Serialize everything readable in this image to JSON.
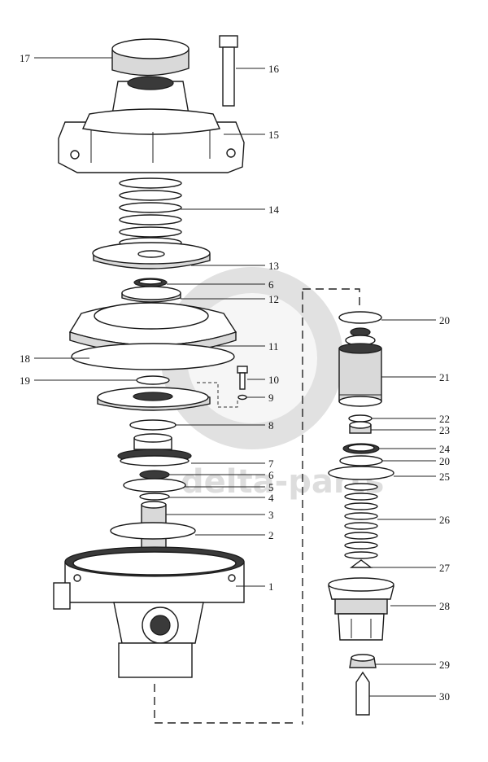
{
  "watermark": {
    "text": "delta-parts",
    "logo": "dp-circle-logo"
  },
  "callouts": [
    {
      "id": "c17",
      "label": "17"
    },
    {
      "id": "c16",
      "label": "16"
    },
    {
      "id": "c15",
      "label": "15"
    },
    {
      "id": "c14",
      "label": "14"
    },
    {
      "id": "c13",
      "label": "13"
    },
    {
      "id": "c6a",
      "label": "6"
    },
    {
      "id": "c12",
      "label": "12"
    },
    {
      "id": "c18",
      "label": "18"
    },
    {
      "id": "c11",
      "label": "11"
    },
    {
      "id": "c19",
      "label": "19"
    },
    {
      "id": "c10",
      "label": "10"
    },
    {
      "id": "c9",
      "label": "9"
    },
    {
      "id": "c8",
      "label": "8"
    },
    {
      "id": "c7",
      "label": "7"
    },
    {
      "id": "c6b",
      "label": "6"
    },
    {
      "id": "c5",
      "label": "5"
    },
    {
      "id": "c4",
      "label": "4"
    },
    {
      "id": "c3",
      "label": "3"
    },
    {
      "id": "c2",
      "label": "2"
    },
    {
      "id": "c1",
      "label": "1"
    },
    {
      "id": "c20a",
      "label": "20"
    },
    {
      "id": "c21",
      "label": "21"
    },
    {
      "id": "c22",
      "label": "22"
    },
    {
      "id": "c23",
      "label": "23"
    },
    {
      "id": "c24",
      "label": "24"
    },
    {
      "id": "c20b",
      "label": "20"
    },
    {
      "id": "c25",
      "label": "25"
    },
    {
      "id": "c26",
      "label": "26"
    },
    {
      "id": "c27",
      "label": "27"
    },
    {
      "id": "c28",
      "label": "28"
    },
    {
      "id": "c29",
      "label": "29"
    },
    {
      "id": "c30",
      "label": "30"
    }
  ]
}
